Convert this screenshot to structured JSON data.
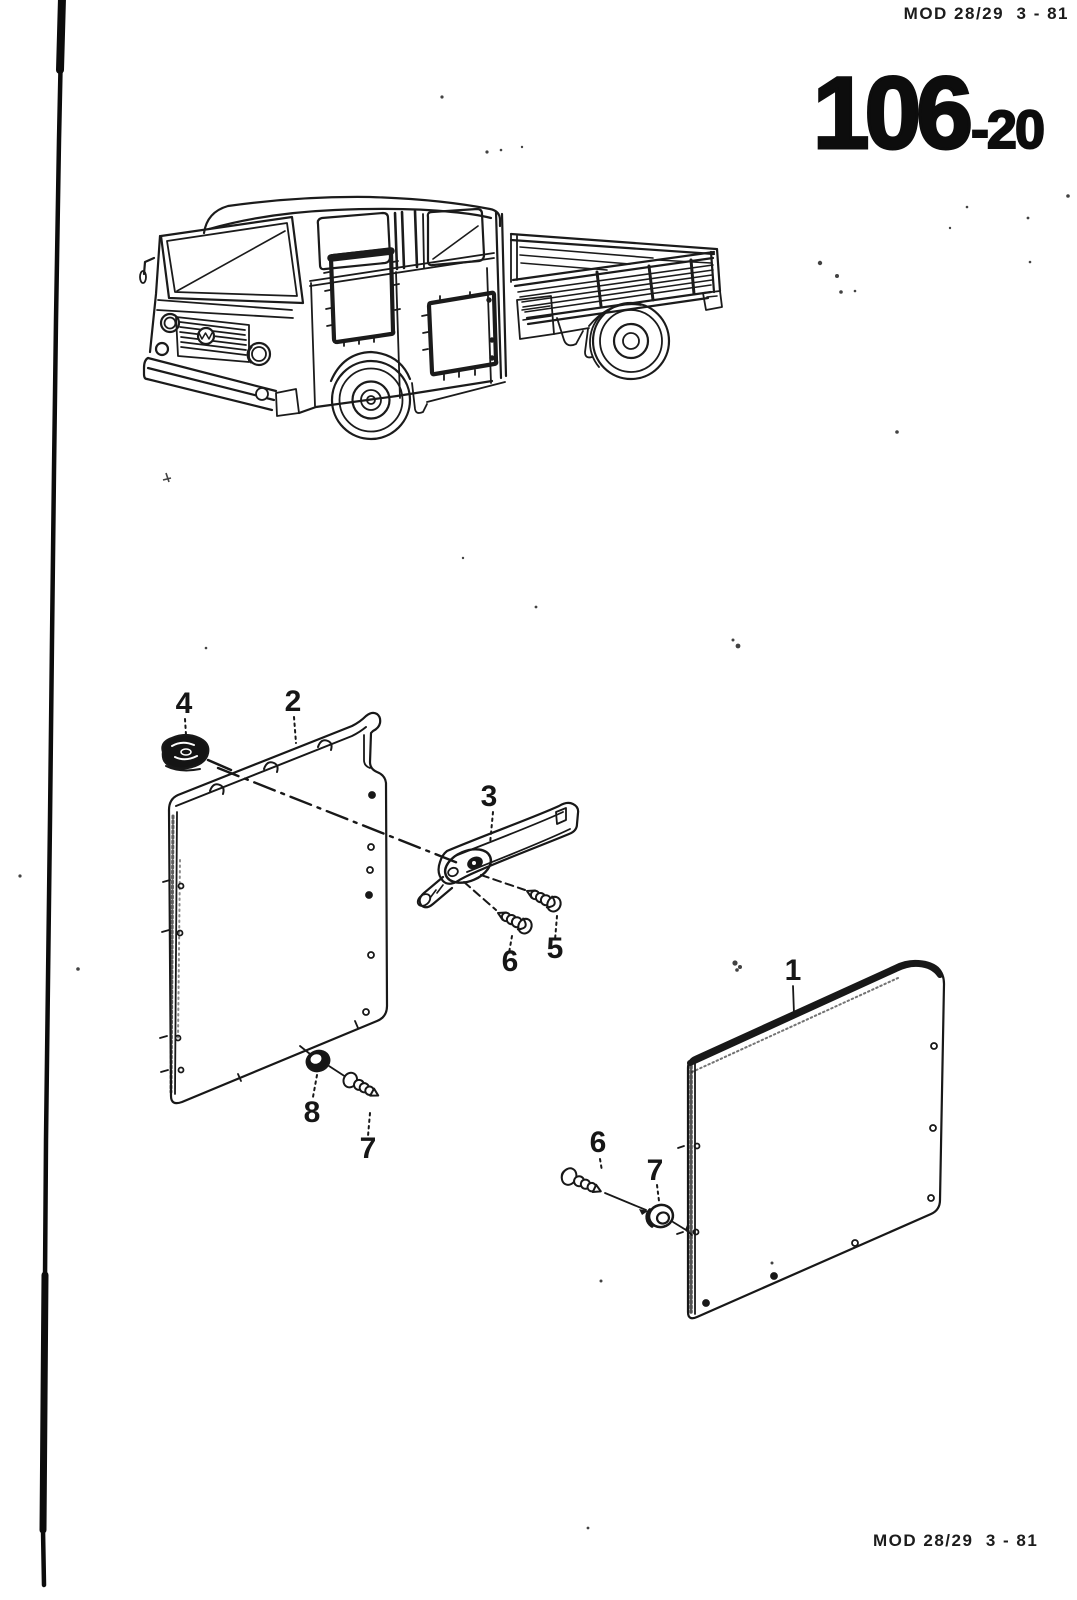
{
  "page": {
    "header_code": "MOD 28/29  3 - 81",
    "footer_code": "MOD 28/29  3 - 81",
    "section": {
      "main": "106",
      "suffix": "-20"
    }
  },
  "diagram": {
    "callouts": [
      {
        "label": "4"
      },
      {
        "label": "2"
      },
      {
        "label": "3"
      },
      {
        "label": "6"
      },
      {
        "label": "5"
      },
      {
        "label": "1"
      },
      {
        "label": "8"
      },
      {
        "label": "7"
      },
      {
        "label": "6"
      },
      {
        "label": "7"
      }
    ]
  }
}
